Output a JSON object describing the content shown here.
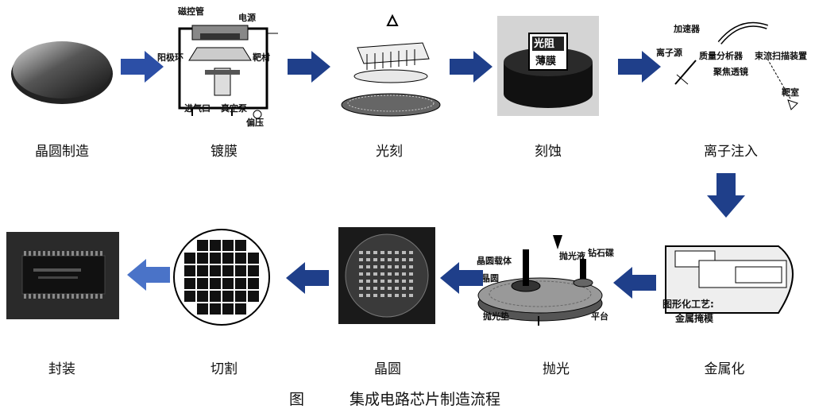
{
  "steps": [
    {
      "label": "晶圆制造",
      "icon": "wafer-icon"
    },
    {
      "label": "镀膜",
      "icon": "sputter-chamber-icon"
    },
    {
      "label": "光刻",
      "icon": "lithography-icon"
    },
    {
      "label": "刻蚀",
      "icon": "etching-icon"
    },
    {
      "label": "离子注入",
      "icon": "ion-implant-icon"
    },
    {
      "label": "金属化",
      "icon": "metallization-icon"
    },
    {
      "label": "抛光",
      "icon": "polishing-icon"
    },
    {
      "label": "晶圆",
      "icon": "wafer-die-grid-icon"
    },
    {
      "label": "切割",
      "icon": "dicing-icon"
    },
    {
      "label": "封装",
      "icon": "chip-package-icon"
    }
  ],
  "coating_labels": {
    "magnetron": "磁控管",
    "power": "电源",
    "anode_ring": "阳极环",
    "target": "靶材",
    "gas_inlet": "进气口",
    "vacuum_pump": "真空泵",
    "bias": "偏压"
  },
  "etch_labels": {
    "resist_line1": "光阻",
    "resist_line2": "薄膜"
  },
  "ion_labels": {
    "accelerator": "加速器",
    "ion_source": "离子源",
    "mass_analyzer": "质量分析器",
    "beam_scan": "束流扫描装置",
    "focus_lens": "聚焦透镜",
    "target_chamber": "靶室"
  },
  "metal_labels": {
    "line1": "图形化工艺:",
    "line2": "金属掩模"
  },
  "polish_labels": {
    "carrier": "晶圆载体",
    "slurry": "抛光液",
    "diamond_disc": "钻石碟",
    "wafer": "晶圆",
    "pad": "抛光垫",
    "platform": "平台"
  },
  "caption": {
    "prefix": "图",
    "title": "集成电路芯片制造流程"
  },
  "colors": {
    "arrow": "#1f3f8a",
    "arrow_light": "#4a73c8"
  }
}
